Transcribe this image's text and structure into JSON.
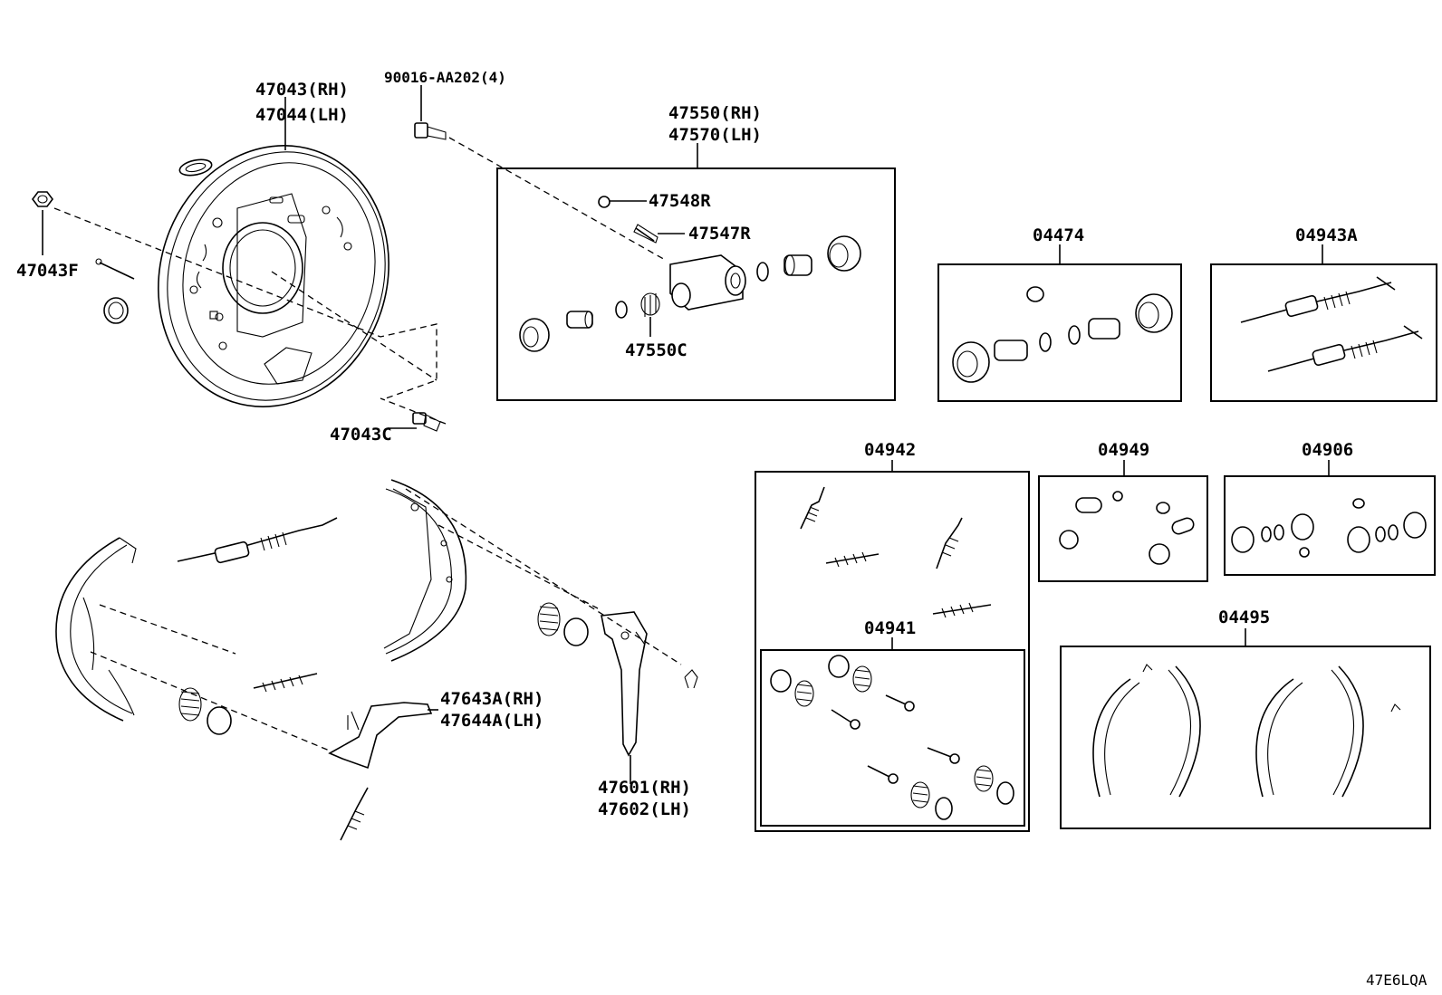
{
  "diagram_id": "47E6LQA",
  "labels": {
    "backing_plate_rh": "47043(RH)",
    "backing_plate_lh": "47044(LH)",
    "bolt": "90016-AA202(4)",
    "nut_47043f": "47043F",
    "bolt_47043c": "47043C",
    "wheel_cyl_rh": "47550(RH)",
    "wheel_cyl_lh": "47570(LH)",
    "cap_47548r": "47548R",
    "bleeder_47547r": "47547R",
    "spring_47550c": "47550C",
    "lever_rh": "47643A(RH)",
    "lever_lh": "47644A(LH)",
    "parking_lever_rh": "47601(RH)",
    "parking_lever_lh": "47602(LH)"
  },
  "kits": {
    "k04474": "04474",
    "k04943a": "04943A",
    "k04942": "04942",
    "k04941": "04941",
    "k04949": "04949",
    "k04906": "04906",
    "k04495": "04495"
  }
}
